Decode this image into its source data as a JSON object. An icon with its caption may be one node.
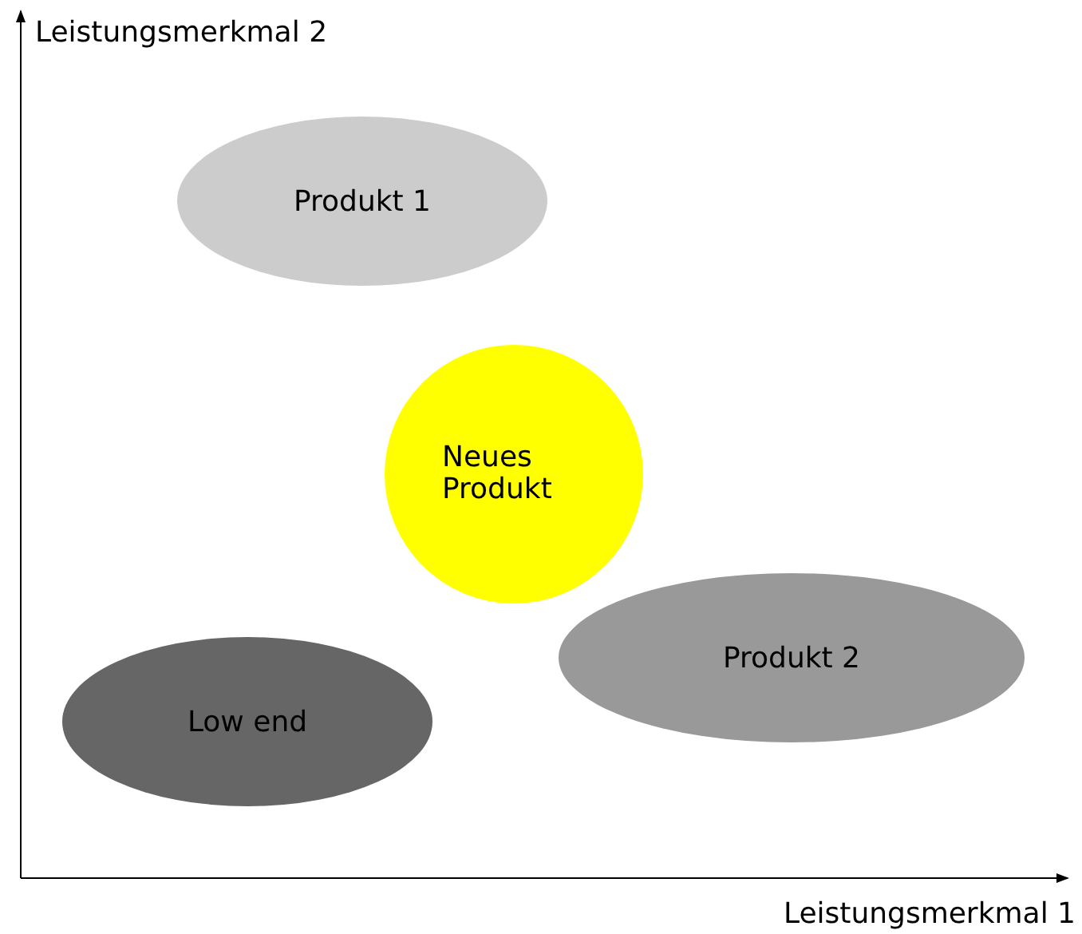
{
  "diagram": {
    "nodes": [
      {
        "text": [
          "Produkt 1"
        ]
      },
      {
        "text": [
          "Neues Produkt"
        ]
      },
      {
        "text": [
          "Produkt 2"
        ]
      },
      {
        "text": [
          "Low end"
        ]
      }
    ],
    "labels": [
      "Leistungsmerkmal 2",
      "Leistungsmerkmal 1"
    ]
  }
}
